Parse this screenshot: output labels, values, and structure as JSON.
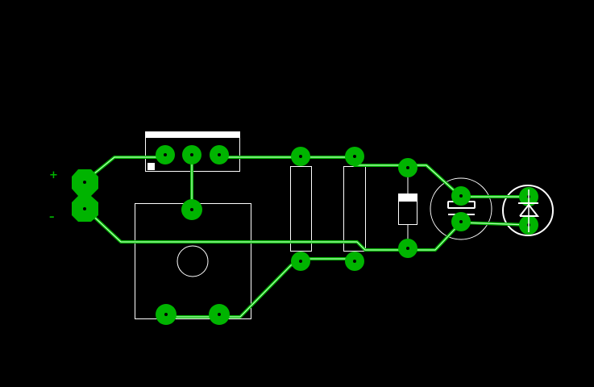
{
  "board": {
    "background": "#000000",
    "pad_color": "#00b400",
    "trace_color": "#00b400",
    "silkscreen_color": "#ffffff"
  },
  "labels": {
    "plus": "+",
    "minus": "–"
  },
  "components": [
    {
      "id": "power-connector",
      "kind": "2-pin connector"
    },
    {
      "id": "voltage-regulator",
      "kind": "3-pin TO-220"
    },
    {
      "id": "transformer",
      "kind": "4-pad module"
    },
    {
      "id": "resistor-1",
      "kind": "resistor"
    },
    {
      "id": "resistor-2",
      "kind": "resistor"
    },
    {
      "id": "diode",
      "kind": "diode"
    },
    {
      "id": "capacitor",
      "kind": "capacitor"
    },
    {
      "id": "led",
      "kind": "LED"
    }
  ]
}
